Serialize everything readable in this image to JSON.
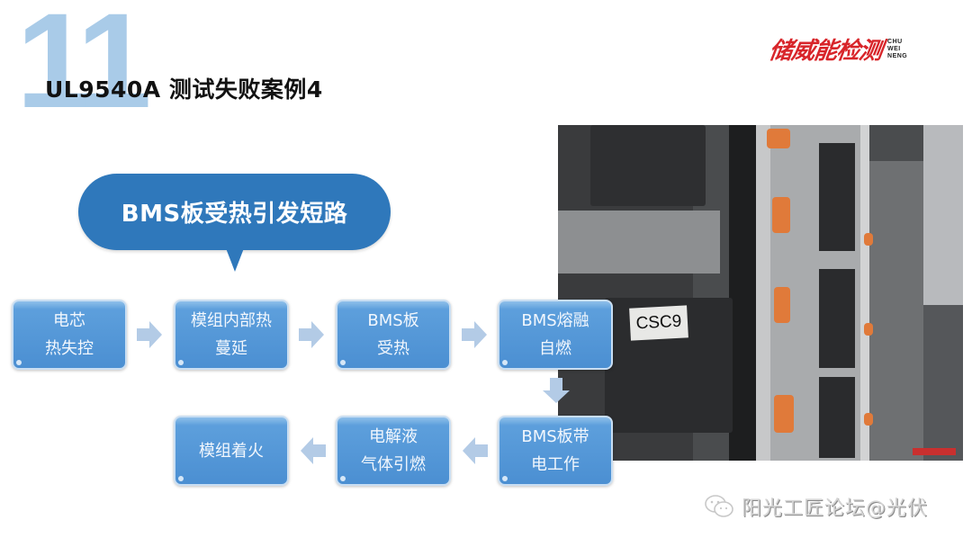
{
  "slide": {
    "number": "11",
    "title": "UL9540A 测试失败案例4"
  },
  "logo": {
    "cn": "储威能检测",
    "en_lines": [
      "CHU",
      "WEI",
      "NENG"
    ],
    "color": "#d8252a"
  },
  "callout": {
    "text": "BMS板受热引发短路",
    "color": "#2f78bb"
  },
  "flow": {
    "steps": [
      {
        "lines": [
          "电芯",
          "热失控"
        ]
      },
      {
        "lines": [
          "模组内部热",
          "蔓延"
        ]
      },
      {
        "lines": [
          "BMS板",
          "受热"
        ]
      },
      {
        "lines": [
          "BMS熔融",
          "自燃"
        ]
      },
      {
        "lines": [
          "BMS板带",
          "电工作"
        ]
      },
      {
        "lines": [
          "电解液",
          "气体引燃"
        ]
      },
      {
        "lines": [
          "模组着火"
        ]
      }
    ],
    "box_color": "#4b8fd2",
    "arrow_color": "#b3cbe6"
  },
  "photo": {
    "label": "CSC9",
    "description": "battery-rack-photo"
  },
  "footer": {
    "watermark": "阳光工匠论坛@光伏"
  }
}
